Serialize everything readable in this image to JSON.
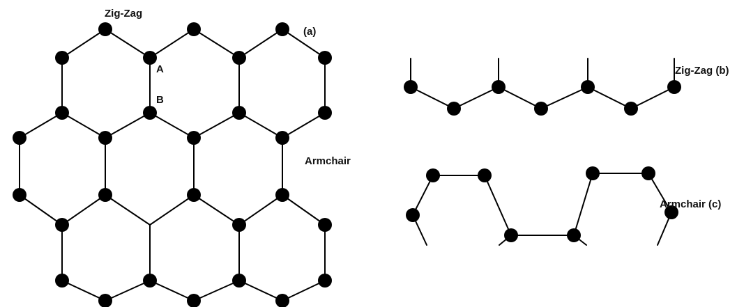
{
  "labels": {
    "zigzag_top": "Zig-Zag",
    "panel_a": "(a)",
    "site_a": "A",
    "site_b": "B",
    "armchair_edge": "Armchair",
    "zigzag_b": "Zig-Zag (b)",
    "armchair_c": "Armchair (c)"
  },
  "colors": {
    "atom": "#000000",
    "bond": "#000000",
    "text": "#111111",
    "background": "#ffffff"
  }
}
